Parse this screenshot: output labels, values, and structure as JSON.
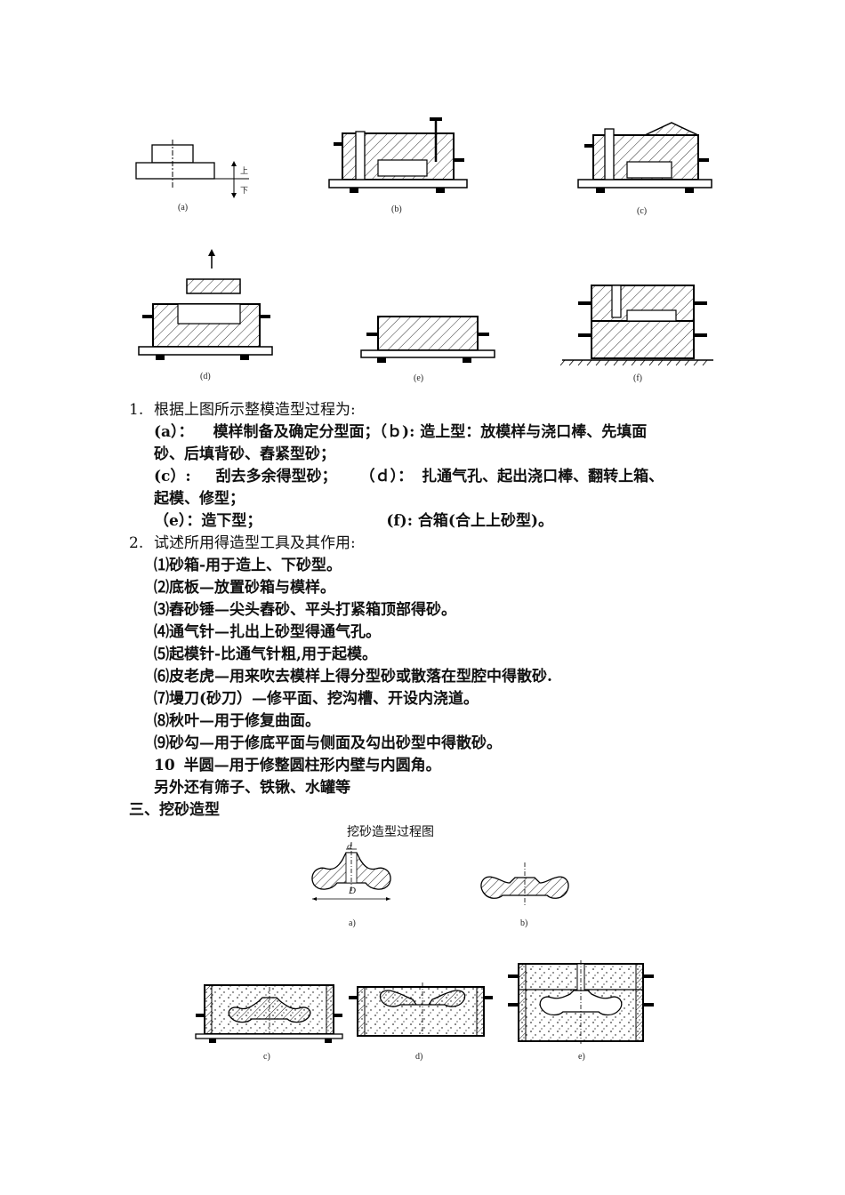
{
  "top_captions": [
    "(a)",
    "(b)",
    "(c)",
    "(d)",
    "(e)",
    "(f)"
  ],
  "fig_a_labels": {
    "up": "上",
    "down": "下"
  },
  "q1": {
    "number": "1.",
    "text": "根据上图所示整模造型过程为:",
    "a_label": "(a）：",
    "a_text": "模样制备及确定分型面；（ｂ): 造上型：放模样与浇口棒、先填面",
    "a_cont": "砂、后填背砂、舂紧型砂；",
    "c_label": "(c）:",
    "c_text": "刮去多余得型砂；",
    "d_label": "（ｄ）：",
    "d_text": "扎通气孔、起出浇口棒、翻转上箱、",
    "d_cont": "起模、修型；",
    "e_text": "（e）：造下型；",
    "f_text": "(f): 合箱(合上上砂型)。"
  },
  "q2": {
    "number": "2.",
    "text": "试述所用得造型工具及其作用:",
    "items": [
      "⑴砂箱-用于造上、下砂型。",
      "⑵底板—放置砂箱与模样。",
      "⑶舂砂锤—尖头舂砂、平头打紧箱顶部得砂。",
      "⑷通气针—扎出上砂型得通气孔。",
      "⑸起模针-比通气针粗,用于起模。",
      "⑹皮老虎—用来吹去模样上得分型砂或散落在型腔中得散砂.",
      "⑺墁刀(砂刀）—修平面、挖沟槽、开设内浇道。",
      "⑻秋叶—用于修复曲面。",
      "⑼砂勾—用于修底平面与侧面及勾出砂型中得散砂。"
    ],
    "item10_num": "10",
    "item10_text": "半圆—用于修整圆柱形内壁与内圆角。",
    "extra": "另外还有筛子、铁锹、水罐等"
  },
  "section3": {
    "heading": "三、挖砂造型",
    "figure_title": "挖砂造型过程图",
    "labels": {
      "d": "d",
      "D": "D"
    },
    "captions": [
      "a)",
      "b)",
      "c)",
      "d)",
      "e)"
    ]
  }
}
